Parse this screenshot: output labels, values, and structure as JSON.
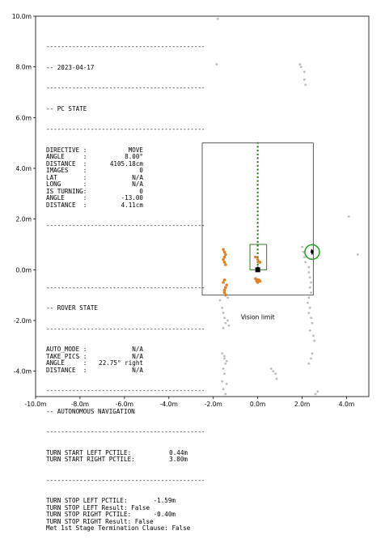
{
  "chart_data": {
    "type": "scatter",
    "xlim": [
      -10.0,
      5.0
    ],
    "ylim": [
      -5.0,
      10.0
    ],
    "x_ticks": [
      "-10.0m",
      "-8.0m",
      "-6.0m",
      "-4.0m",
      "-2.0m",
      "0.0m",
      "2.0m",
      "4.0m"
    ],
    "x_tick_values": [
      -10,
      -8,
      -6,
      -4,
      -2,
      0,
      2,
      4
    ],
    "y_ticks": [
      "-4.0m",
      "-2.0m",
      "0.0m",
      "2.0m",
      "4.0m",
      "6.0m",
      "8.0m",
      "10.0m"
    ],
    "y_tick_values": [
      -4,
      -2,
      0,
      2,
      4,
      6,
      8,
      10
    ],
    "grid": false,
    "vision_limit_label": "Vision limit",
    "vision_box": {
      "x": [
        -2.5,
        2.5
      ],
      "y": [
        -1.0,
        5.0
      ]
    },
    "stop_zone_box": {
      "x": [
        -0.35,
        0.4
      ],
      "y": [
        0.0,
        1.0
      ]
    },
    "path_points": {
      "color": "#2e7d1f",
      "x": [
        0,
        0,
        0,
        0,
        0,
        0,
        0,
        0,
        0,
        0,
        0,
        0,
        0,
        0,
        0,
        0,
        0,
        0,
        0,
        0,
        0,
        0,
        0,
        0,
        0,
        0,
        0,
        0,
        0,
        0,
        0,
        0,
        0,
        0,
        0,
        0
      ],
      "y": [
        5.0,
        4.85,
        4.7,
        4.55,
        4.4,
        4.25,
        4.1,
        3.95,
        3.8,
        3.65,
        3.5,
        3.35,
        3.2,
        3.05,
        2.9,
        2.75,
        2.6,
        2.45,
        2.3,
        2.15,
        2.0,
        1.85,
        1.7,
        1.55,
        1.4,
        1.25,
        1.1,
        0.95,
        0.8,
        0.65,
        0.5,
        0.4,
        0.3,
        0.2,
        0.1,
        0.0
      ]
    },
    "gray_points": {
      "color": "#bbbbbb",
      "x": [
        -1.8,
        -1.85,
        -1.7,
        1.9,
        1.95,
        2.1,
        2.1,
        2.15,
        2.0,
        2.05,
        2.1,
        2.15,
        2.3,
        2.3,
        2.35,
        2.4,
        2.35,
        2.4,
        2.3,
        2.25,
        2.35,
        2.3,
        2.4,
        2.45,
        2.35,
        2.5,
        2.6,
        2.45,
        2.4,
        2.3,
        2.55,
        -1.6,
        -1.55,
        -1.5,
        -1.45,
        -1.55,
        -1.6,
        -1.5,
        -1.45,
        -1.55,
        -1.5,
        -1.6,
        -1.4,
        -1.45,
        -1.55,
        -1.3,
        -1.35,
        -1.5,
        -1.4,
        -1.35,
        0.7,
        0.8,
        0.85,
        0.6,
        2.7,
        4.1,
        4.5
      ],
      "y": [
        9.9,
        8.1,
        -1.2,
        8.1,
        8.0,
        7.8,
        7.5,
        7.3,
        0.9,
        0.7,
        0.5,
        0.3,
        0.1,
        -0.1,
        -0.3,
        -0.5,
        -0.7,
        -0.9,
        -1.1,
        -1.3,
        -1.5,
        -1.7,
        -1.9,
        -2.1,
        -2.4,
        -2.6,
        -4.9,
        -3.3,
        -3.5,
        -3.7,
        -2.8,
        -1.5,
        -1.7,
        -1.9,
        -2.1,
        -2.3,
        -3.3,
        -3.5,
        -3.7,
        -3.9,
        -4.1,
        -4.4,
        -4.5,
        -4.9,
        -4.7,
        -2.2,
        -2.0,
        -3.4,
        -3.6,
        -1.1,
        -4.0,
        -4.1,
        -4.3,
        -3.9,
        -4.8,
        2.1,
        0.6
      ]
    },
    "orange_points": {
      "color": "#e67e22",
      "x": [
        -1.55,
        -1.5,
        -1.45,
        -1.5,
        -1.55,
        -1.5,
        -1.45,
        -1.5,
        -1.55,
        -1.4,
        -1.45,
        -1.5,
        -1.5,
        -1.45,
        0.0,
        0.05,
        -0.1,
        0.1,
        0.0,
        -0.05,
        0.05,
        0.0,
        -0.1,
        0.1
      ],
      "y": [
        0.8,
        0.7,
        0.6,
        0.5,
        0.4,
        0.3,
        0.2,
        -0.4,
        -0.5,
        -0.6,
        -0.7,
        -0.8,
        -0.9,
        -1.0,
        0.4,
        0.3,
        0.5,
        0.3,
        -0.4,
        -0.45,
        -0.4,
        -0.5,
        -0.35,
        -0.45
      ]
    },
    "rover": {
      "x": 0.0,
      "y": 0.0
    },
    "target": {
      "x": 2.45,
      "y": 0.7
    }
  },
  "panel": {
    "rule": "-------------------------------------------------",
    "date_line": "-- 2023-04-17",
    "pc_state_header": "-- PC STATE",
    "pc_rows": [
      {
        "k": "DIRECTIVE :",
        "v": "MOVE"
      },
      {
        "k": "ANGLE     :",
        "v": "8.00°"
      },
      {
        "k": "DISTANCE  :",
        "v": "4105.18cm"
      },
      {
        "k": "IMAGES    :",
        "v": "0"
      },
      {
        "k": "LAT       :",
        "v": "N/A"
      },
      {
        "k": "LONG      :",
        "v": "N/A"
      },
      {
        "k": "IS TURNING:",
        "v": "0"
      },
      {
        "k": "ANGLE     :",
        "v": "-13.00"
      },
      {
        "k": "DISTANCE  :",
        "v": "4.11cm"
      }
    ],
    "rover_state_header": "-- ROVER STATE",
    "rover_rows": [
      {
        "k": "AUTO_MODE :",
        "v": "N/A"
      },
      {
        "k": "TAKE_PICS :",
        "v": "N/A"
      },
      {
        "k": "ANGLE     :",
        "v": "22.75° right"
      },
      {
        "k": "DISTANCE  :",
        "v": "N/A"
      }
    ],
    "nav_header": "-- AUTONOMOUS NAVIGATION",
    "nav_rows": [
      {
        "k": "TURN START LEFT PCTILE:",
        "v": "0.44m"
      },
      {
        "k": "TURN START RIGHT PCTILE:",
        "v": "3.80m"
      }
    ],
    "stop_rows": [
      {
        "k": "TURN STOP LEFT PCTILE:",
        "v": "-1.59m"
      },
      {
        "k": "TURN STOP LEFT Result: False",
        "v": ""
      },
      {
        "k": "TURN STOP RIGHT PCTILE:",
        "v": "-0.40m"
      },
      {
        "k": "TURN STOP RIGHT Result: False",
        "v": ""
      },
      {
        "k": "Met 1st Stage Termination Clause: False",
        "v": ""
      }
    ]
  }
}
